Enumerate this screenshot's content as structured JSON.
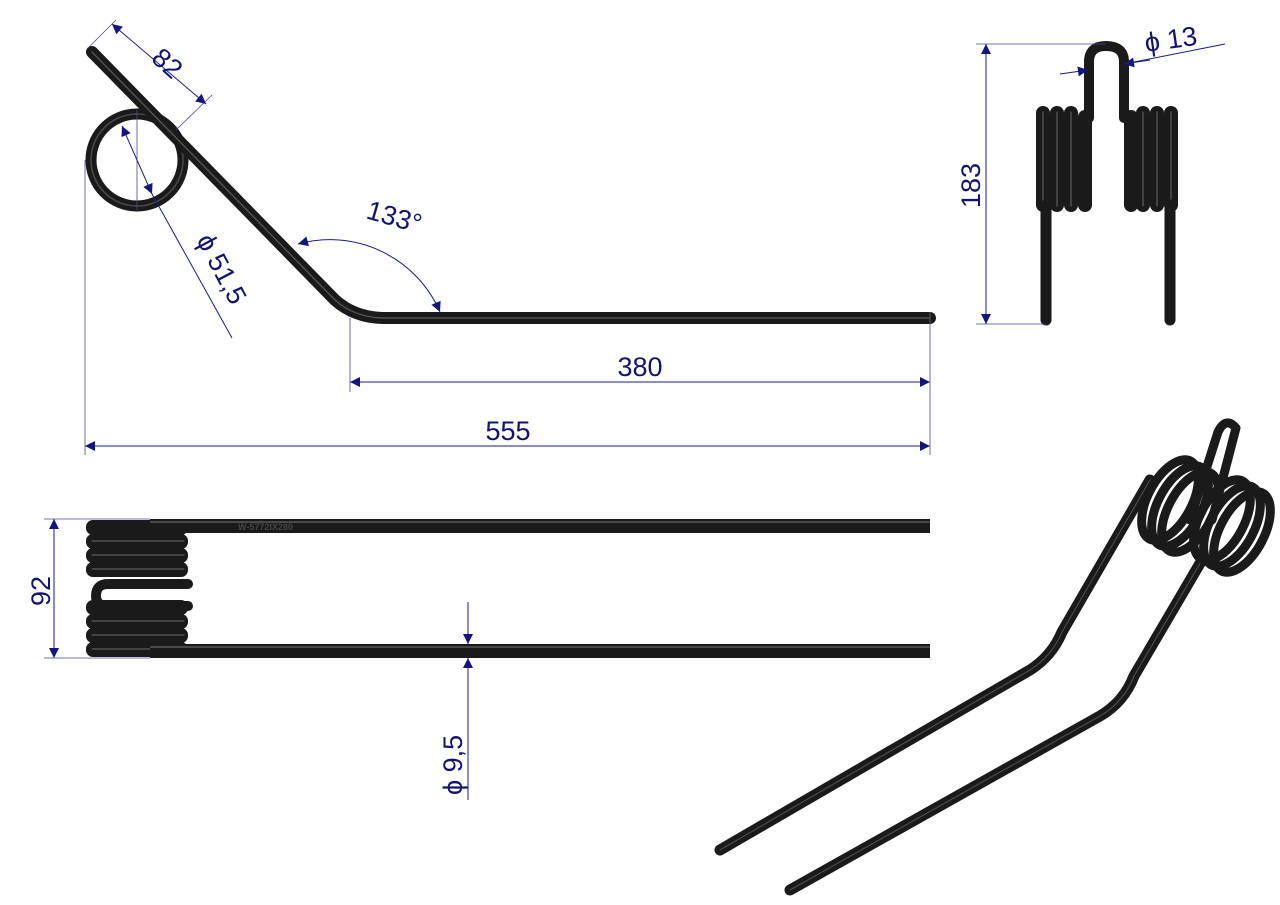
{
  "dimensions": {
    "length_straight": "380",
    "length_total": "555",
    "leg_length": "82",
    "angle": "133°",
    "coil_diameter": "ϕ 51,5",
    "loop_diameter": "ϕ 13",
    "height": "183",
    "width": "92",
    "wire_diameter": "ϕ 9,5"
  },
  "part_marking": "W-5772IX280",
  "colors": {
    "wire": "#1a1a1a",
    "dimension": "#141480",
    "background": "#ffffff"
  }
}
